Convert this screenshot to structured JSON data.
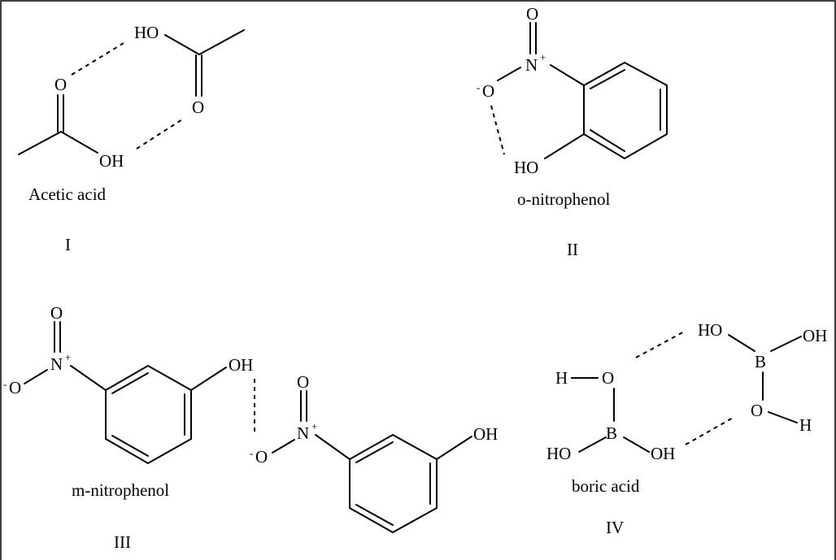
{
  "panel_I": {
    "caption": "Acetic acid",
    "numeral": "I",
    "atoms": {
      "ho_top": "HO",
      "o_top": "O",
      "o_bottom": "O",
      "oh_bottom": "OH"
    }
  },
  "panel_II": {
    "caption": "o-nitrophenol",
    "numeral": "II",
    "atoms": {
      "o_dbl": "O",
      "n": "N",
      "n_charge": "+",
      "o_neg": "O",
      "o_charge": "-",
      "ho": "HO"
    }
  },
  "panel_III": {
    "caption": "m-nitrophenol",
    "numeral": "III",
    "atoms": {
      "o1": "O",
      "n1": "N",
      "n1_charge": "+",
      "om1": "O",
      "om1_charge": "-",
      "oh1": "OH",
      "o2": "O",
      "n2": "N",
      "n2_charge": "+",
      "om2": "O",
      "om2_charge": "-",
      "oh2": "OH"
    }
  },
  "panel_IV": {
    "caption": "boric acid",
    "numeral": "IV",
    "atoms": {
      "h1": "H",
      "o1": "O",
      "b1": "B",
      "ho1": "HO",
      "oh1": "OH",
      "ho2": "HO",
      "oh2": "OH",
      "b2": "B",
      "o2": "O",
      "h2": "H"
    }
  }
}
